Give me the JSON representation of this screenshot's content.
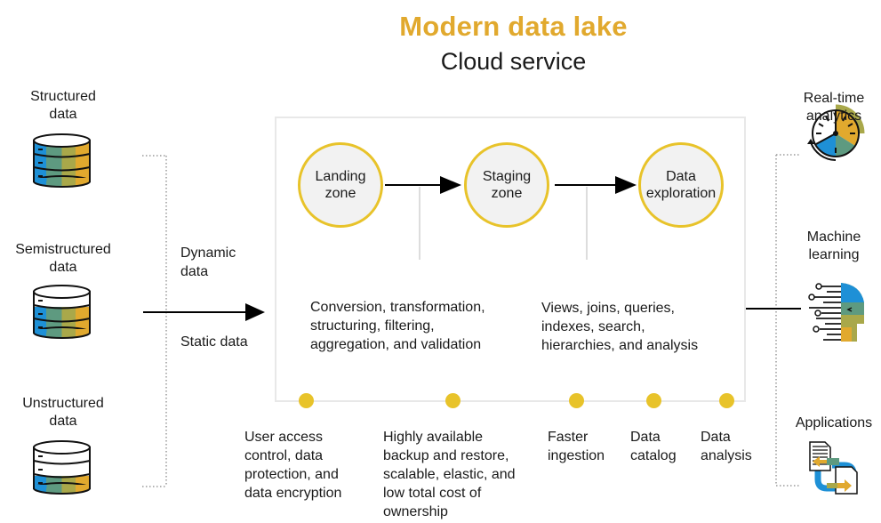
{
  "header": {
    "title": "Modern data lake",
    "subtitle": "Cloud service"
  },
  "sources": [
    {
      "label_line1": "Structured",
      "label_line2": "data",
      "icon": "database-structured-icon"
    },
    {
      "label_line1": "Semistructured",
      "label_line2": "data",
      "icon": "database-semistructured-icon"
    },
    {
      "label_line1": "Unstructured",
      "label_line2": "data",
      "icon": "database-unstructured-icon"
    }
  ],
  "ingest": {
    "dynamic_line1": "Dynamic",
    "dynamic_line2": "data",
    "static": "Static data"
  },
  "zones": [
    {
      "line1": "Landing",
      "line2": "zone"
    },
    {
      "line1": "Staging",
      "line2": "zone"
    },
    {
      "line1": "Data",
      "line2": "exploration"
    }
  ],
  "processing": [
    {
      "lines": [
        "Conversion, transformation,",
        "structuring, filtering,",
        "aggregation, and validation"
      ]
    },
    {
      "lines": [
        "Views, joins, queries,",
        "indexes, search,",
        "hierarchies, and analysis"
      ]
    }
  ],
  "features": [
    {
      "lines": [
        "User access",
        "control, data",
        "protection, and",
        "data encryption"
      ]
    },
    {
      "lines": [
        "Highly available",
        "backup and restore,",
        "scalable, elastic, and",
        "low total cost of",
        "ownership"
      ]
    },
    {
      "lines": [
        "Faster",
        "ingestion"
      ]
    },
    {
      "lines": [
        "Data",
        "catalog"
      ]
    },
    {
      "lines": [
        "Data",
        "analysis"
      ]
    }
  ],
  "outputs": [
    {
      "label_line1": "Real-time",
      "label_line2": "analytics",
      "icon": "clock-analytics-icon"
    },
    {
      "label_line1": "Machine",
      "label_line2": "learning",
      "icon": "ai-head-icon"
    },
    {
      "label_line1": "Applications",
      "label_line2": "",
      "icon": "applications-icon"
    }
  ],
  "colors": {
    "accent": "#e1a92e",
    "circle_border": "#e8c32a",
    "blue": "#1e90d6",
    "teal": "#5e9a80",
    "olive": "#a9a84a",
    "gold": "#e1a92e"
  }
}
